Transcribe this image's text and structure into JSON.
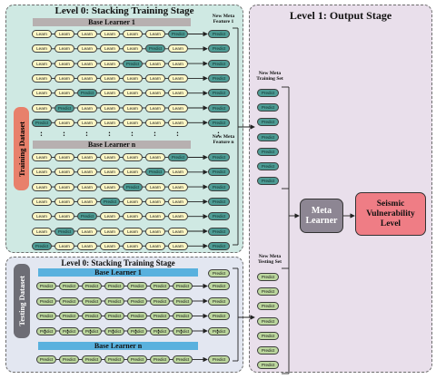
{
  "level0_top": {
    "title": "Level 0: Stacking Training Stage",
    "side_label": "Training Dataset",
    "base_learner_first": "Base Learner 1",
    "base_learner_last": "Base Learner n",
    "feature_first": "New Meta Feature 1",
    "feature_last": "New Meta Feature n",
    "dots": ":"
  },
  "level0_bottom": {
    "title": "Level 0: Stacking Training Stage",
    "side_label": "Testing Dataset",
    "base_learner_first": "Base Learner 1",
    "base_learner_last": "Base Learner n"
  },
  "level1": {
    "title": "Level 1: Output Stage",
    "train_set_label": "New Meta Training Set",
    "test_set_label": "New Meta Testing Set",
    "meta_learner": "Meta Learner",
    "output": "Seismic Vulnerability Level"
  },
  "cell_labels": {
    "learn": "Learn",
    "predict": "Predict"
  },
  "train_group1_rows": [
    [
      "L",
      "L",
      "L",
      "L",
      "L",
      "L",
      "P"
    ],
    [
      "L",
      "L",
      "L",
      "L",
      "L",
      "P",
      "L"
    ],
    [
      "L",
      "L",
      "L",
      "L",
      "P",
      "L",
      "L"
    ],
    [
      "L",
      "L",
      "L",
      "L",
      "L",
      "L",
      "L"
    ],
    [
      "L",
      "L",
      "P",
      "L",
      "L",
      "L",
      "L"
    ],
    [
      "L",
      "P",
      "L",
      "L",
      "L",
      "L",
      "L"
    ],
    [
      "P",
      "L",
      "L",
      "L",
      "L",
      "L",
      "L"
    ]
  ],
  "train_group2_rows": [
    [
      "L",
      "L",
      "L",
      "L",
      "L",
      "L",
      "P"
    ],
    [
      "L",
      "L",
      "L",
      "L",
      "L",
      "P",
      "L"
    ],
    [
      "L",
      "L",
      "L",
      "L",
      "P",
      "L",
      "L"
    ],
    [
      "L",
      "L",
      "L",
      "P",
      "L",
      "L",
      "L"
    ],
    [
      "L",
      "L",
      "P",
      "L",
      "L",
      "L",
      "L"
    ],
    [
      "L",
      "P",
      "L",
      "L",
      "L",
      "L",
      "L"
    ],
    [
      "P",
      "L",
      "L",
      "L",
      "L",
      "L",
      "L"
    ]
  ],
  "train_set_count": 7,
  "test_group1_rows": 4,
  "test_group2_rows": 1,
  "test_set_count": 7,
  "colors": {
    "top_panel_bg": "#cfe9e3",
    "bottom_panel_bg": "#e3e7f1",
    "level1_bg": "#e9dfeb",
    "learn_fill": "#fbf6c5",
    "train_predict_fill": "#4e9c95",
    "test_predict_fill": "#bcd79e",
    "learner_bar_top": "#b7b0b0",
    "learner_bar_bottom": "#59b1de",
    "training_side": "#e8806b",
    "testing_side": "#6d6d75",
    "meta_learner_fill": "#8d8693",
    "output_fill": "#ef7d85"
  }
}
